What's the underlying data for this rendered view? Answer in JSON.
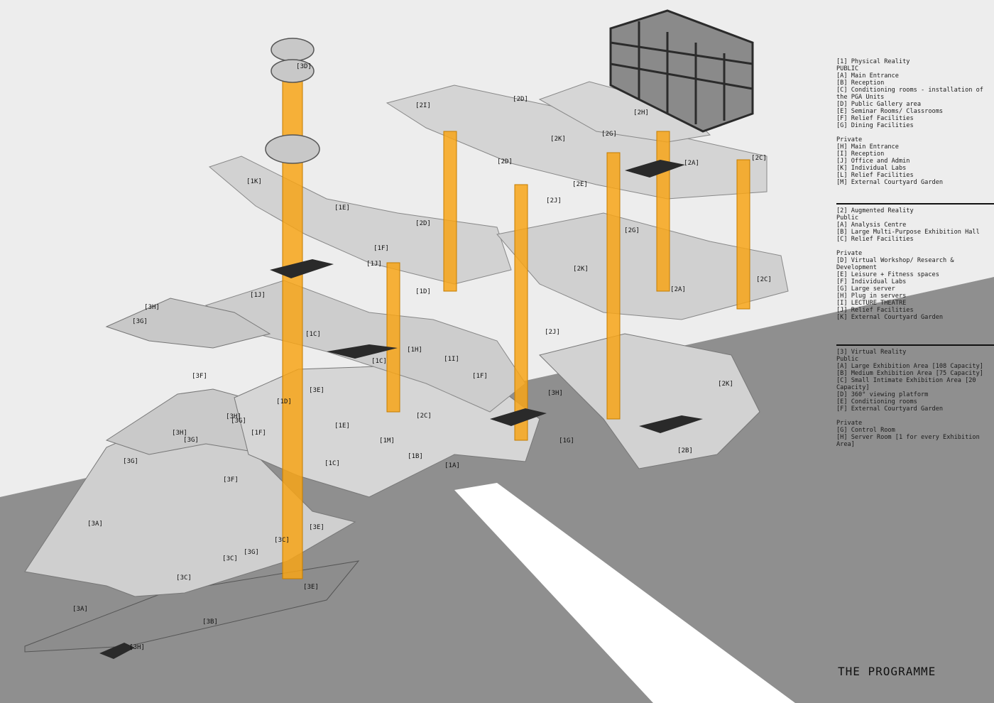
{
  "sheet_title": "THE PROGRAMME",
  "legend": {
    "physical": {
      "heading": "[1] Physical Reality",
      "public_label": "PUBLIC",
      "public_items": [
        "[A] Main Entrance",
        "[B] Reception",
        "[C] Conditioning rooms - installation of the PGA Units",
        "[D] Public Gallery area",
        "[E] Seminar Rooms/ Classrooms",
        "[F] Relief Facilities",
        "[G] Dining Facilities"
      ],
      "private_label": "Private",
      "private_items": [
        "[H] Main Entrance",
        "[I] Reception",
        "[J] Office and Admin",
        "[K] Individual Labs",
        "[L] Relief Facilities",
        "[M] External Courtyard Garden"
      ]
    },
    "augmented": {
      "heading": "[2] Augmented Reality",
      "public_label": "Public",
      "public_items": [
        "[A] Analysis Centre",
        "[B] Large Multi-Purpose Exhibition Hall",
        "[C] Relief Facilities"
      ],
      "private_label": "Private",
      "private_items": [
        "[D] Virtual Workshop/ Research & Development",
        "[E] Leisure + Fitness spaces",
        "[F] Individual Labs",
        "[G] Large server",
        "[H] Plug in servers",
        "[I] LECTURE THEATRE",
        "[J] Relief Facilities",
        "[K] External Courtyard Garden"
      ]
    },
    "virtual": {
      "heading": "[3] Virtual Reality",
      "public_label": "Public",
      "public_items": [
        "[A] Large Exhibition Area [108 Capacity]",
        "[B] Medium Exhibition Area [75 Capacity]",
        "[C] Small Intimate Exhibition Area [20 Capacity]",
        "[D] 360° viewing platform",
        "[E] Conditioning rooms",
        "[F] External Courtyard Garden"
      ],
      "private_label": "Private",
      "private_items": [
        "[G] Control Room",
        "[H] Server Room [1 for every Exhibition Area]"
      ]
    }
  },
  "diagram_labels": [
    {
      "text": "[3D]"
    },
    {
      "text": "[2I]"
    },
    {
      "text": "[2D]"
    },
    {
      "text": "[2H]"
    },
    {
      "text": "[2G]"
    },
    {
      "text": "[2K]"
    },
    {
      "text": "[2D]"
    },
    {
      "text": "[2A]"
    },
    {
      "text": "[2C]"
    },
    {
      "text": "[2E]"
    },
    {
      "text": "[2J]"
    },
    {
      "text": "[1K]"
    },
    {
      "text": "[1E]"
    },
    {
      "text": "[2D]"
    },
    {
      "text": "[2G]"
    },
    {
      "text": "[1F]"
    },
    {
      "text": "[1J]"
    },
    {
      "text": "[2K]"
    },
    {
      "text": "[1D]"
    },
    {
      "text": "[2A]"
    },
    {
      "text": "[2C]"
    },
    {
      "text": "[1J]"
    },
    {
      "text": "[3H]"
    },
    {
      "text": "[3G]"
    },
    {
      "text": "[1C]"
    },
    {
      "text": "[2J]"
    },
    {
      "text": "[1H]"
    },
    {
      "text": "[1I]"
    },
    {
      "text": "[1C]"
    },
    {
      "text": "[1F]"
    },
    {
      "text": "[3F]"
    },
    {
      "text": "[3E]"
    },
    {
      "text": "[3H]"
    },
    {
      "text": "[2K]"
    },
    {
      "text": "[2C]"
    },
    {
      "text": "[1D]"
    },
    {
      "text": "[3H]"
    },
    {
      "text": "[3G]"
    },
    {
      "text": "[3H]"
    },
    {
      "text": "[3G]"
    },
    {
      "text": "[1F]"
    },
    {
      "text": "[1E]"
    },
    {
      "text": "[1M]"
    },
    {
      "text": "[1G]"
    },
    {
      "text": "[1B]"
    },
    {
      "text": "[3G]"
    },
    {
      "text": "[1C]"
    },
    {
      "text": "[1A]"
    },
    {
      "text": "[2B]"
    },
    {
      "text": "[3F]"
    },
    {
      "text": "[3A]"
    },
    {
      "text": "[3E]"
    },
    {
      "text": "[3C]"
    },
    {
      "text": "[3G]"
    },
    {
      "text": "[3C]"
    },
    {
      "text": "[3C]"
    },
    {
      "text": "[3E]"
    },
    {
      "text": "[3A]"
    },
    {
      "text": "[3B]"
    },
    {
      "text": "[3H]"
    }
  ],
  "colors": {
    "background_light": "#ededed",
    "ground_dark": "#8f8f8f",
    "floor_plate": "#d2d2d2",
    "floor_edge": "#9a9a9a",
    "core_orange": "#f7a417",
    "path_white": "#ffffff",
    "text": "#111111"
  }
}
